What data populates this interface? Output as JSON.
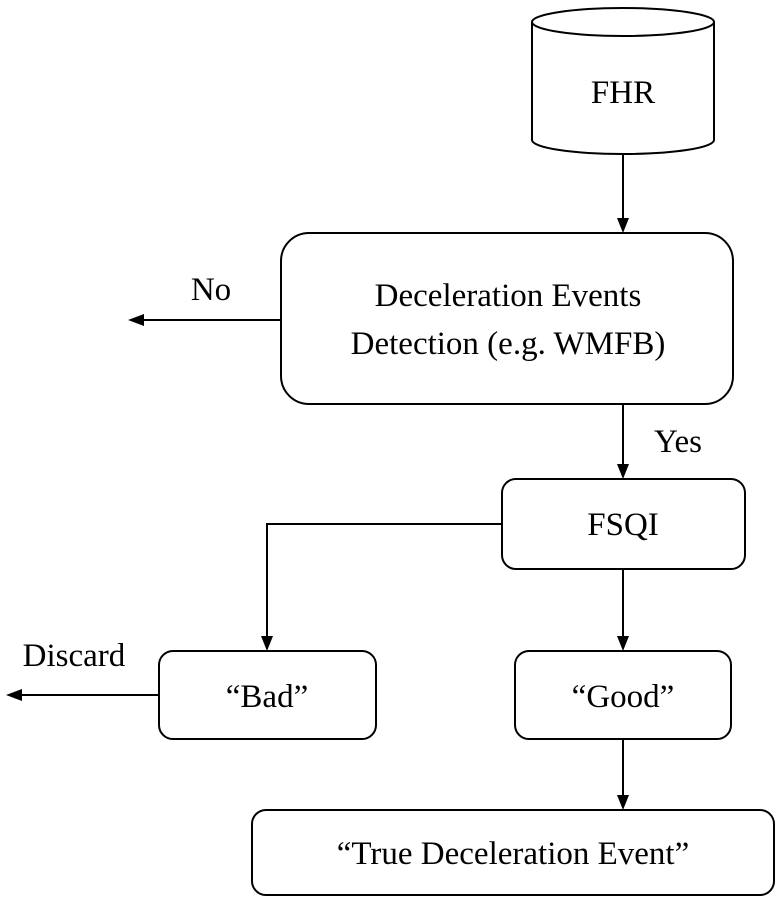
{
  "nodes": {
    "fhr": {
      "label": "FHR"
    },
    "detection": {
      "line1": "Deceleration Events",
      "line2": "Detection (e.g. WMFB)"
    },
    "fsqi": {
      "label": "FSQI"
    },
    "bad": {
      "label": "“Bad”"
    },
    "good": {
      "label": "“Good”"
    },
    "true_event": {
      "label": "“True Deceleration Event”"
    }
  },
  "edges": {
    "no_label": "No",
    "yes_label": "Yes",
    "discard_label": "Discard"
  }
}
